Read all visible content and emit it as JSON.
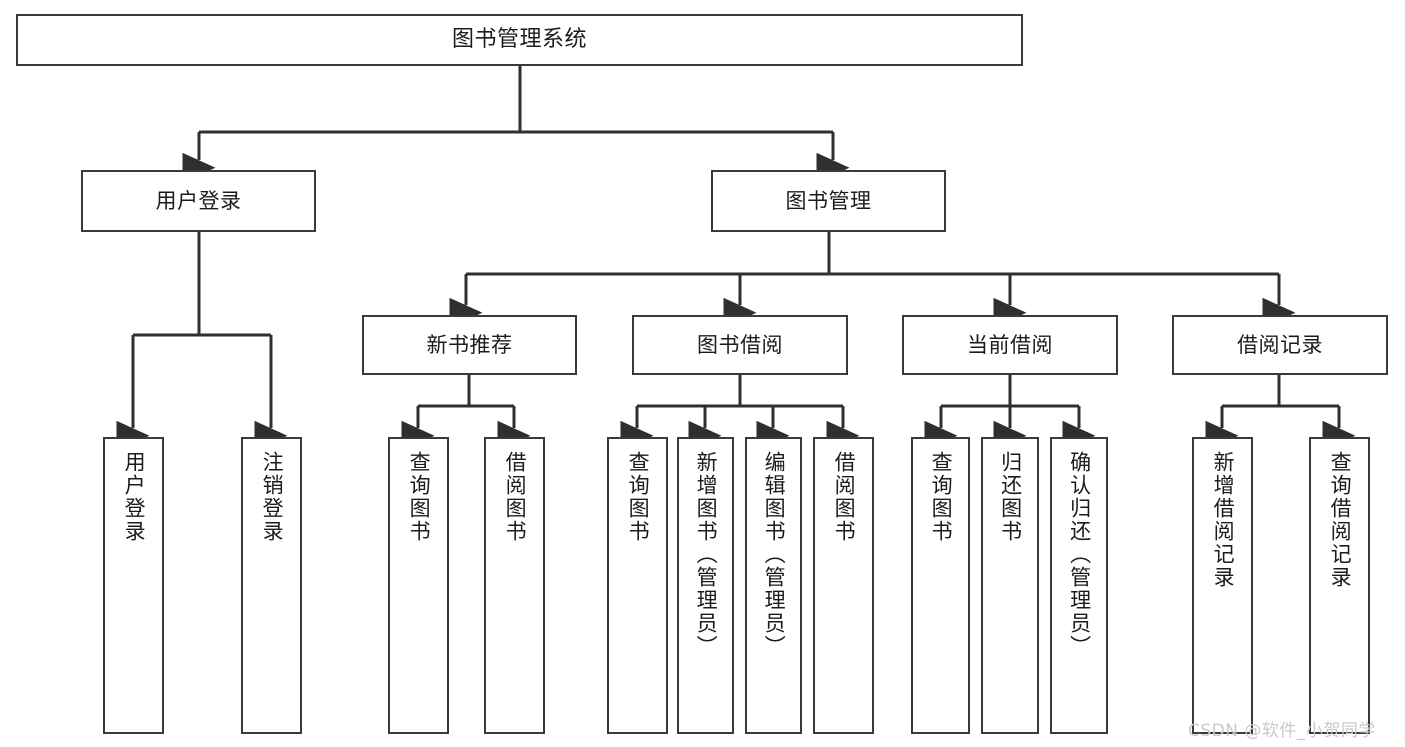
{
  "diagram": {
    "title": "图书管理系统",
    "type": "tree-hierarchy-chart",
    "style": {
      "box_stroke": "#3a3a3a",
      "box_fill": "#ffffff",
      "edge_stroke": "#2f2f2f",
      "text_color": "#1c1c1c",
      "background": "#ffffff",
      "watermark_color": "#c9c9c9"
    },
    "watermark": "CSDN @软件_小贺同学"
  },
  "nodes": {
    "root": {
      "label": "图书管理系统"
    },
    "level2": [
      {
        "label": "用户登录"
      },
      {
        "label": "图书管理"
      }
    ],
    "level3": [
      {
        "label": "新书推荐"
      },
      {
        "label": "图书借阅"
      },
      {
        "label": "当前借阅"
      },
      {
        "label": "借阅记录"
      }
    ],
    "leaves": {
      "user_login": [
        {
          "label": "用户登录"
        },
        {
          "label": "注销登录"
        }
      ],
      "new_book_recommend": [
        {
          "label": "查询图书"
        },
        {
          "label": "借阅图书"
        }
      ],
      "book_borrow": [
        {
          "label": "查询图书"
        },
        {
          "label": "新增图书（管理员）"
        },
        {
          "label": "编辑图书（管理员）"
        },
        {
          "label": "借阅图书"
        }
      ],
      "current_borrow": [
        {
          "label": "查询图书"
        },
        {
          "label": "归还图书"
        },
        {
          "label": "确认归还（管理员）"
        }
      ],
      "borrow_record": [
        {
          "label": "新增借阅记录"
        },
        {
          "label": "查询借阅记录"
        }
      ]
    }
  }
}
